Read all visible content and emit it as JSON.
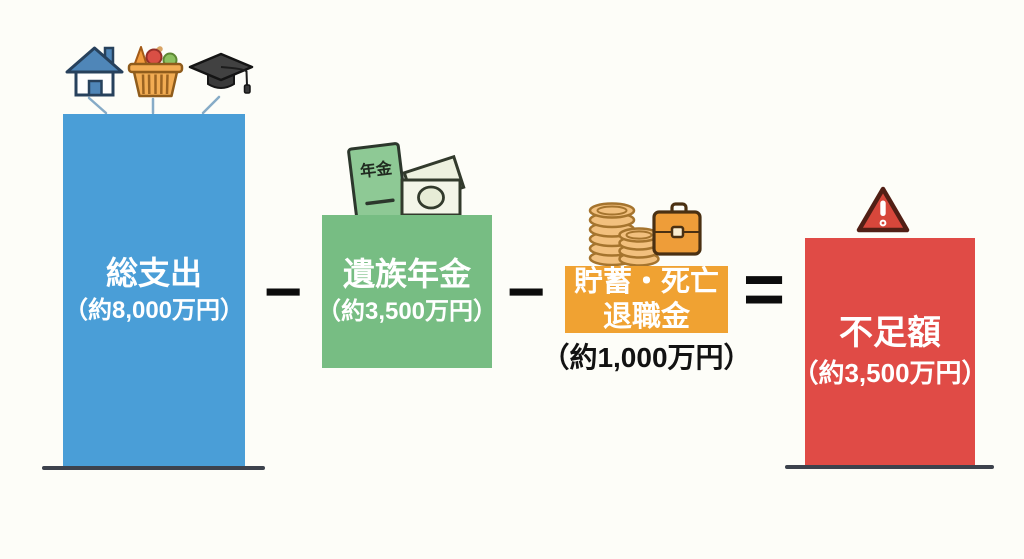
{
  "colors": {
    "expenses_bar": "#4a9ed7",
    "pension_box": "#77bd83",
    "savings_box": "#f0a232",
    "shortfall_bar": "#e04b46",
    "baseline": "#3d424d",
    "connector_line": "#86abc7",
    "operator": "#0c0c0c",
    "value_text_dark": "#121212",
    "text_on_fill": "#ffffff"
  },
  "blocks": {
    "expenses": {
      "label": "総支出",
      "value": "（約8,000万円）"
    },
    "pension": {
      "label": "遺族年金",
      "value": "（約3,500万円）"
    },
    "savings": {
      "label_line1": "貯蓄・死亡",
      "label_line2": "退職金",
      "value": "（約1,000万円）"
    },
    "shortfall": {
      "label": "不足額",
      "value": "（約3,500万円）"
    }
  },
  "operators": {
    "minus": "−",
    "equals": "="
  },
  "icons": {
    "above_expenses": [
      "house-icon",
      "grocery-basket-icon",
      "graduation-cap-icon"
    ],
    "above_pension": [
      "pension-book-icon",
      "banknotes-icon"
    ],
    "above_savings": [
      "coin-stacks-icon",
      "briefcase-icon"
    ],
    "above_shortfall": [
      "warning-icon"
    ],
    "pension_book_label": "年金"
  }
}
